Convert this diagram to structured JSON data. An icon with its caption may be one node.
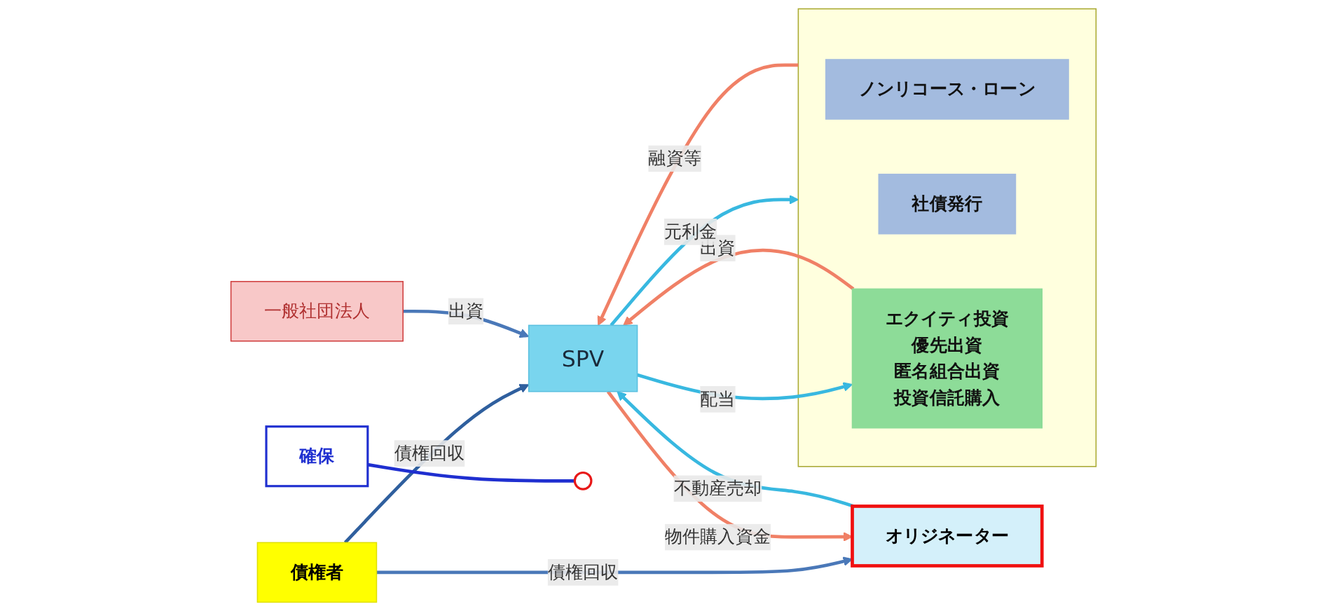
{
  "diagram": {
    "nodes": [
      {
        "text": [
          "債権者"
        ]
      },
      {
        "text": [
          "オリジネーター"
        ]
      },
      {
        "text": [
          "SPV"
        ]
      },
      {
        "text": [
          "一般社団法人"
        ]
      },
      {
        "text": [],
        "shape": "box"
      },
      {
        "text": [
          "ノンリコース・ローン"
        ],
        "in": 4
      },
      {
        "text": [
          "社債発行"
        ],
        "in": 4
      },
      {
        "text": [
          "エクイティ投資",
          "優先出資",
          "匿名組合出資",
          "投資信託購入"
        ],
        "in": 4
      },
      {
        "text": [
          "確保"
        ]
      },
      {
        "text": [],
        "shape": "circle"
      }
    ],
    "edges": [
      {
        "from": 0,
        "to": 2,
        "label": "債権回収",
        "arrow": "to",
        "color": "#2f5f9e"
      },
      {
        "from": 0,
        "to": 1,
        "label": "債権回収",
        "arrow": "to",
        "color": "#4a78b8"
      },
      {
        "from": 2,
        "to": 1,
        "label": "物件購入資金",
        "arrow": "to",
        "color": "#f08066"
      },
      {
        "from": 1,
        "to": 2,
        "label": "不動産売却",
        "arrow": "to",
        "color": "#38b8e0"
      },
      {
        "from": 4,
        "to": 2,
        "label": "融資等",
        "arrow": "to",
        "color": "#f08066"
      },
      {
        "from": 2,
        "to": 4,
        "label": "元利金",
        "arrow": "to",
        "color": "#38b8e0"
      },
      {
        "from": 7,
        "to": 2,
        "label": "出資",
        "arrow": "to",
        "color": "#f08066"
      },
      {
        "from": 2,
        "to": 7,
        "label": "配当",
        "arrow": "to",
        "color": "#38b8e0"
      },
      {
        "from": 3,
        "to": 2,
        "label": "出資",
        "arrow": "to",
        "color": "#4a78b8"
      },
      {
        "from": 8,
        "to": 9,
        "arrow": "none",
        "color": "#1f2fd0"
      }
    ]
  }
}
